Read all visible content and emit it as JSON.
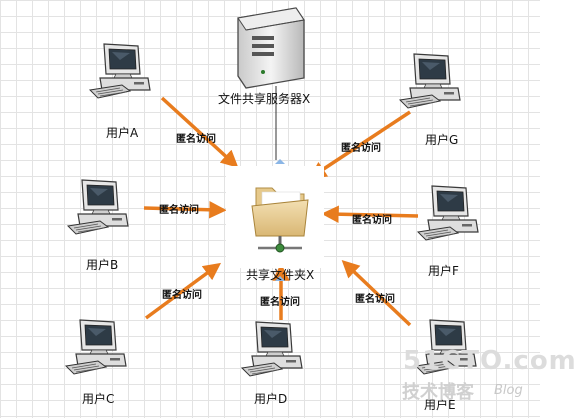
{
  "server": {
    "label": "文件共享服务器X",
    "icon": "server-icon"
  },
  "share_folder": {
    "label": "共享文件夹X",
    "icon": "shared-folder-icon"
  },
  "clients": [
    {
      "key": "A",
      "label": "用户A",
      "icon": "computer-icon"
    },
    {
      "key": "B",
      "label": "用户B",
      "icon": "computer-icon"
    },
    {
      "key": "C",
      "label": "用户C",
      "icon": "computer-icon"
    },
    {
      "key": "D",
      "label": "用户D",
      "icon": "computer-icon"
    },
    {
      "key": "E",
      "label": "用户E",
      "icon": "computer-icon"
    },
    {
      "key": "F",
      "label": "用户F",
      "icon": "computer-icon"
    },
    {
      "key": "G",
      "label": "用户G",
      "icon": "computer-icon"
    }
  ],
  "connections": [
    {
      "from": "A",
      "label": "匿名访问"
    },
    {
      "from": "B",
      "label": "匿名访问"
    },
    {
      "from": "C",
      "label": "匿名访问"
    },
    {
      "from": "D",
      "label": "匿名访问"
    },
    {
      "from": "E",
      "label": "匿名访问"
    },
    {
      "from": "F",
      "label": "匿名访问"
    },
    {
      "from": "G",
      "label": "匿名访问"
    }
  ],
  "watermark": {
    "site": "51CTO.com",
    "sub": "技术博客",
    "blog": "Blog"
  },
  "colors": {
    "arrow": "#e87c1e",
    "grid": "#e3e3e3"
  }
}
